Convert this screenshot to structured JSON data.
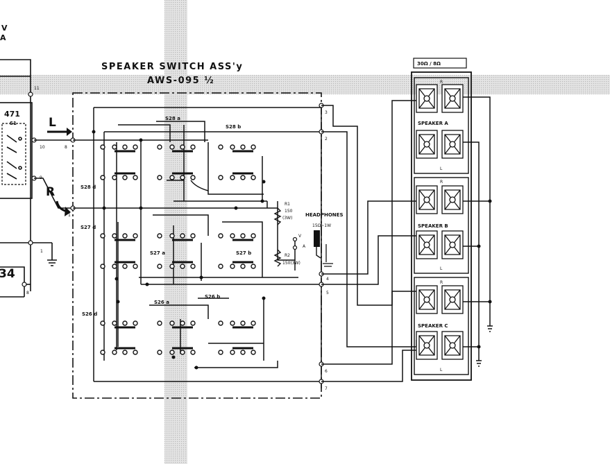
{
  "assembly": {
    "title": "SPEAKER  SWITCH  ASS'y",
    "part_number": "AWS-095 ½"
  },
  "left_partial": {
    "top_text_1": "V",
    "top_text_2": "A",
    "ref_471": "471",
    "ref_s1": "S1",
    "ref_34": "34",
    "pin_11": "11",
    "pin_10": "10",
    "pin_9": "9",
    "pin_1": "1",
    "pin_8": "8"
  },
  "channels": {
    "left": "L",
    "right": "R"
  },
  "connector_pins": {
    "in_l": "8",
    "in_r": "1",
    "out": [
      "3",
      "2",
      "4",
      "5",
      "6",
      "7"
    ]
  },
  "switch_labels": {
    "s_a1": "S28 a",
    "s_b1": "S28 b",
    "s_d1": "S28 d",
    "s_d2": "S27 d",
    "s_a2": "S27 a",
    "s_b2": "S27 b",
    "s_d3": "S26 d",
    "s_a3": "S26 a",
    "s_b3": "S26 b"
  },
  "resistors": {
    "r1_name": "R1",
    "r1_value": "150",
    "r1_power": "(3W)",
    "r2_name": "R2",
    "r2_value": "150(3W)"
  },
  "headphones": {
    "label": "HEADPHONES",
    "spec": "15Ω~1W"
  },
  "jack_pins": [
    "V",
    "A"
  ],
  "speaker_panel": {
    "impedance": "30Ω / 8Ω",
    "groups": [
      {
        "name": "SPEAKER A",
        "top": "R",
        "bottom": "L"
      },
      {
        "name": "SPEAKER B",
        "top": "R",
        "bottom": "L"
      },
      {
        "name": "SPEAKER C",
        "top": "R",
        "bottom": "L"
      }
    ]
  }
}
